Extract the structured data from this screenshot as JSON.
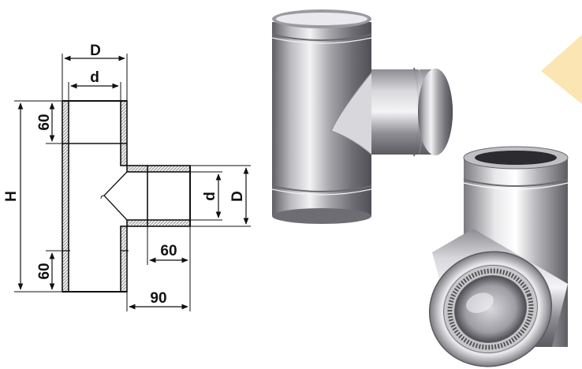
{
  "drawing": {
    "labels": {
      "outer_diameter_top": "D",
      "inner_diameter_top": "d",
      "height": "H",
      "top_socket": "60",
      "bottom_socket": "60",
      "branch_inner": "d",
      "branch_outer": "D",
      "branch_socket": "60",
      "branch_length": "90"
    }
  },
  "colors": {
    "line": "#111111",
    "insulation": "#e6e6e6",
    "arrow_accent": "#fbe6b3",
    "steel_dark": "#5e5e63",
    "steel_light": "#f2f2f4"
  }
}
